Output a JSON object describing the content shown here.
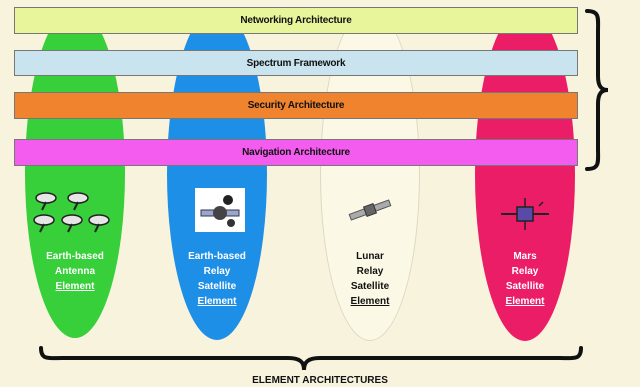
{
  "layers": [
    {
      "label": "Networking Architecture",
      "color": "#e8f59a"
    },
    {
      "label": "Spectrum Framework",
      "color": "#c9e3ef"
    },
    {
      "label": "Security Architecture",
      "color": "#f0832e"
    },
    {
      "label": "Navigation Architecture",
      "color": "#f45cf0"
    }
  ],
  "elements": [
    {
      "lines": [
        "Earth-based",
        "Antenna",
        "Element"
      ],
      "color": "#37cf3a",
      "icon": "antenna-array-icon"
    },
    {
      "lines": [
        "Earth-based",
        "Relay",
        "Satellite",
        "Element"
      ],
      "color": "#1e8fe6",
      "icon": "relay-satellite-icon"
    },
    {
      "lines": [
        "Lunar",
        "Relay",
        "Satellite",
        "Element"
      ],
      "color": "#fbf8e6",
      "icon": "lunar-satellite-icon"
    },
    {
      "lines": [
        "Mars",
        "Relay",
        "Satellite",
        "Element"
      ],
      "color": "#ec1d67",
      "icon": "mars-satellite-icon"
    }
  ],
  "bottom_title": "ELEMENT ARCHITECTURES"
}
